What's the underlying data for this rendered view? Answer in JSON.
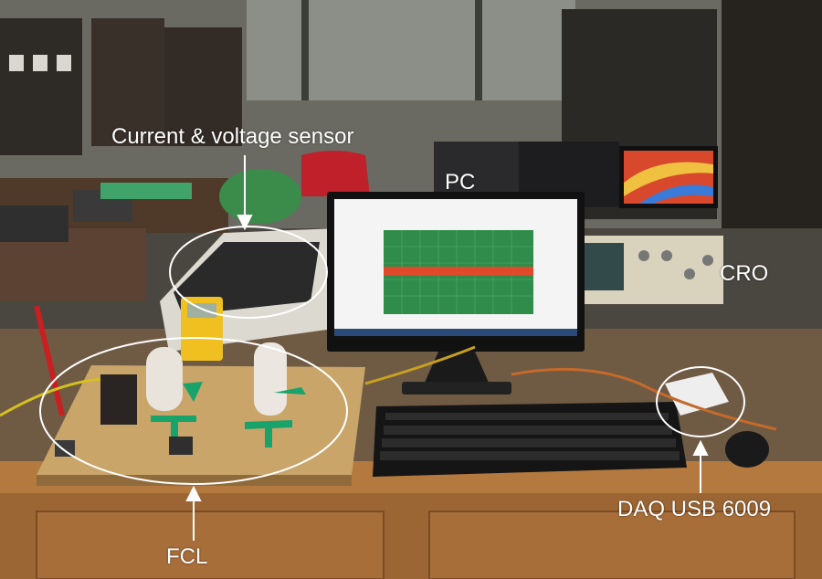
{
  "labels": {
    "sensor": "Current & voltage sensor",
    "pc": "PC",
    "cro": "CRO",
    "daq": "DAQ USB 6009",
    "fcl": "FCL"
  },
  "colors": {
    "wall": "#6b6a62",
    "floor": "#4a4640",
    "table_wood": "#a8733f",
    "board": "#c9a56a",
    "screen_plot": "#2f8c4a",
    "trace": "#e04a2a",
    "annotation": "#ffffff",
    "tape": "#18a36a"
  }
}
